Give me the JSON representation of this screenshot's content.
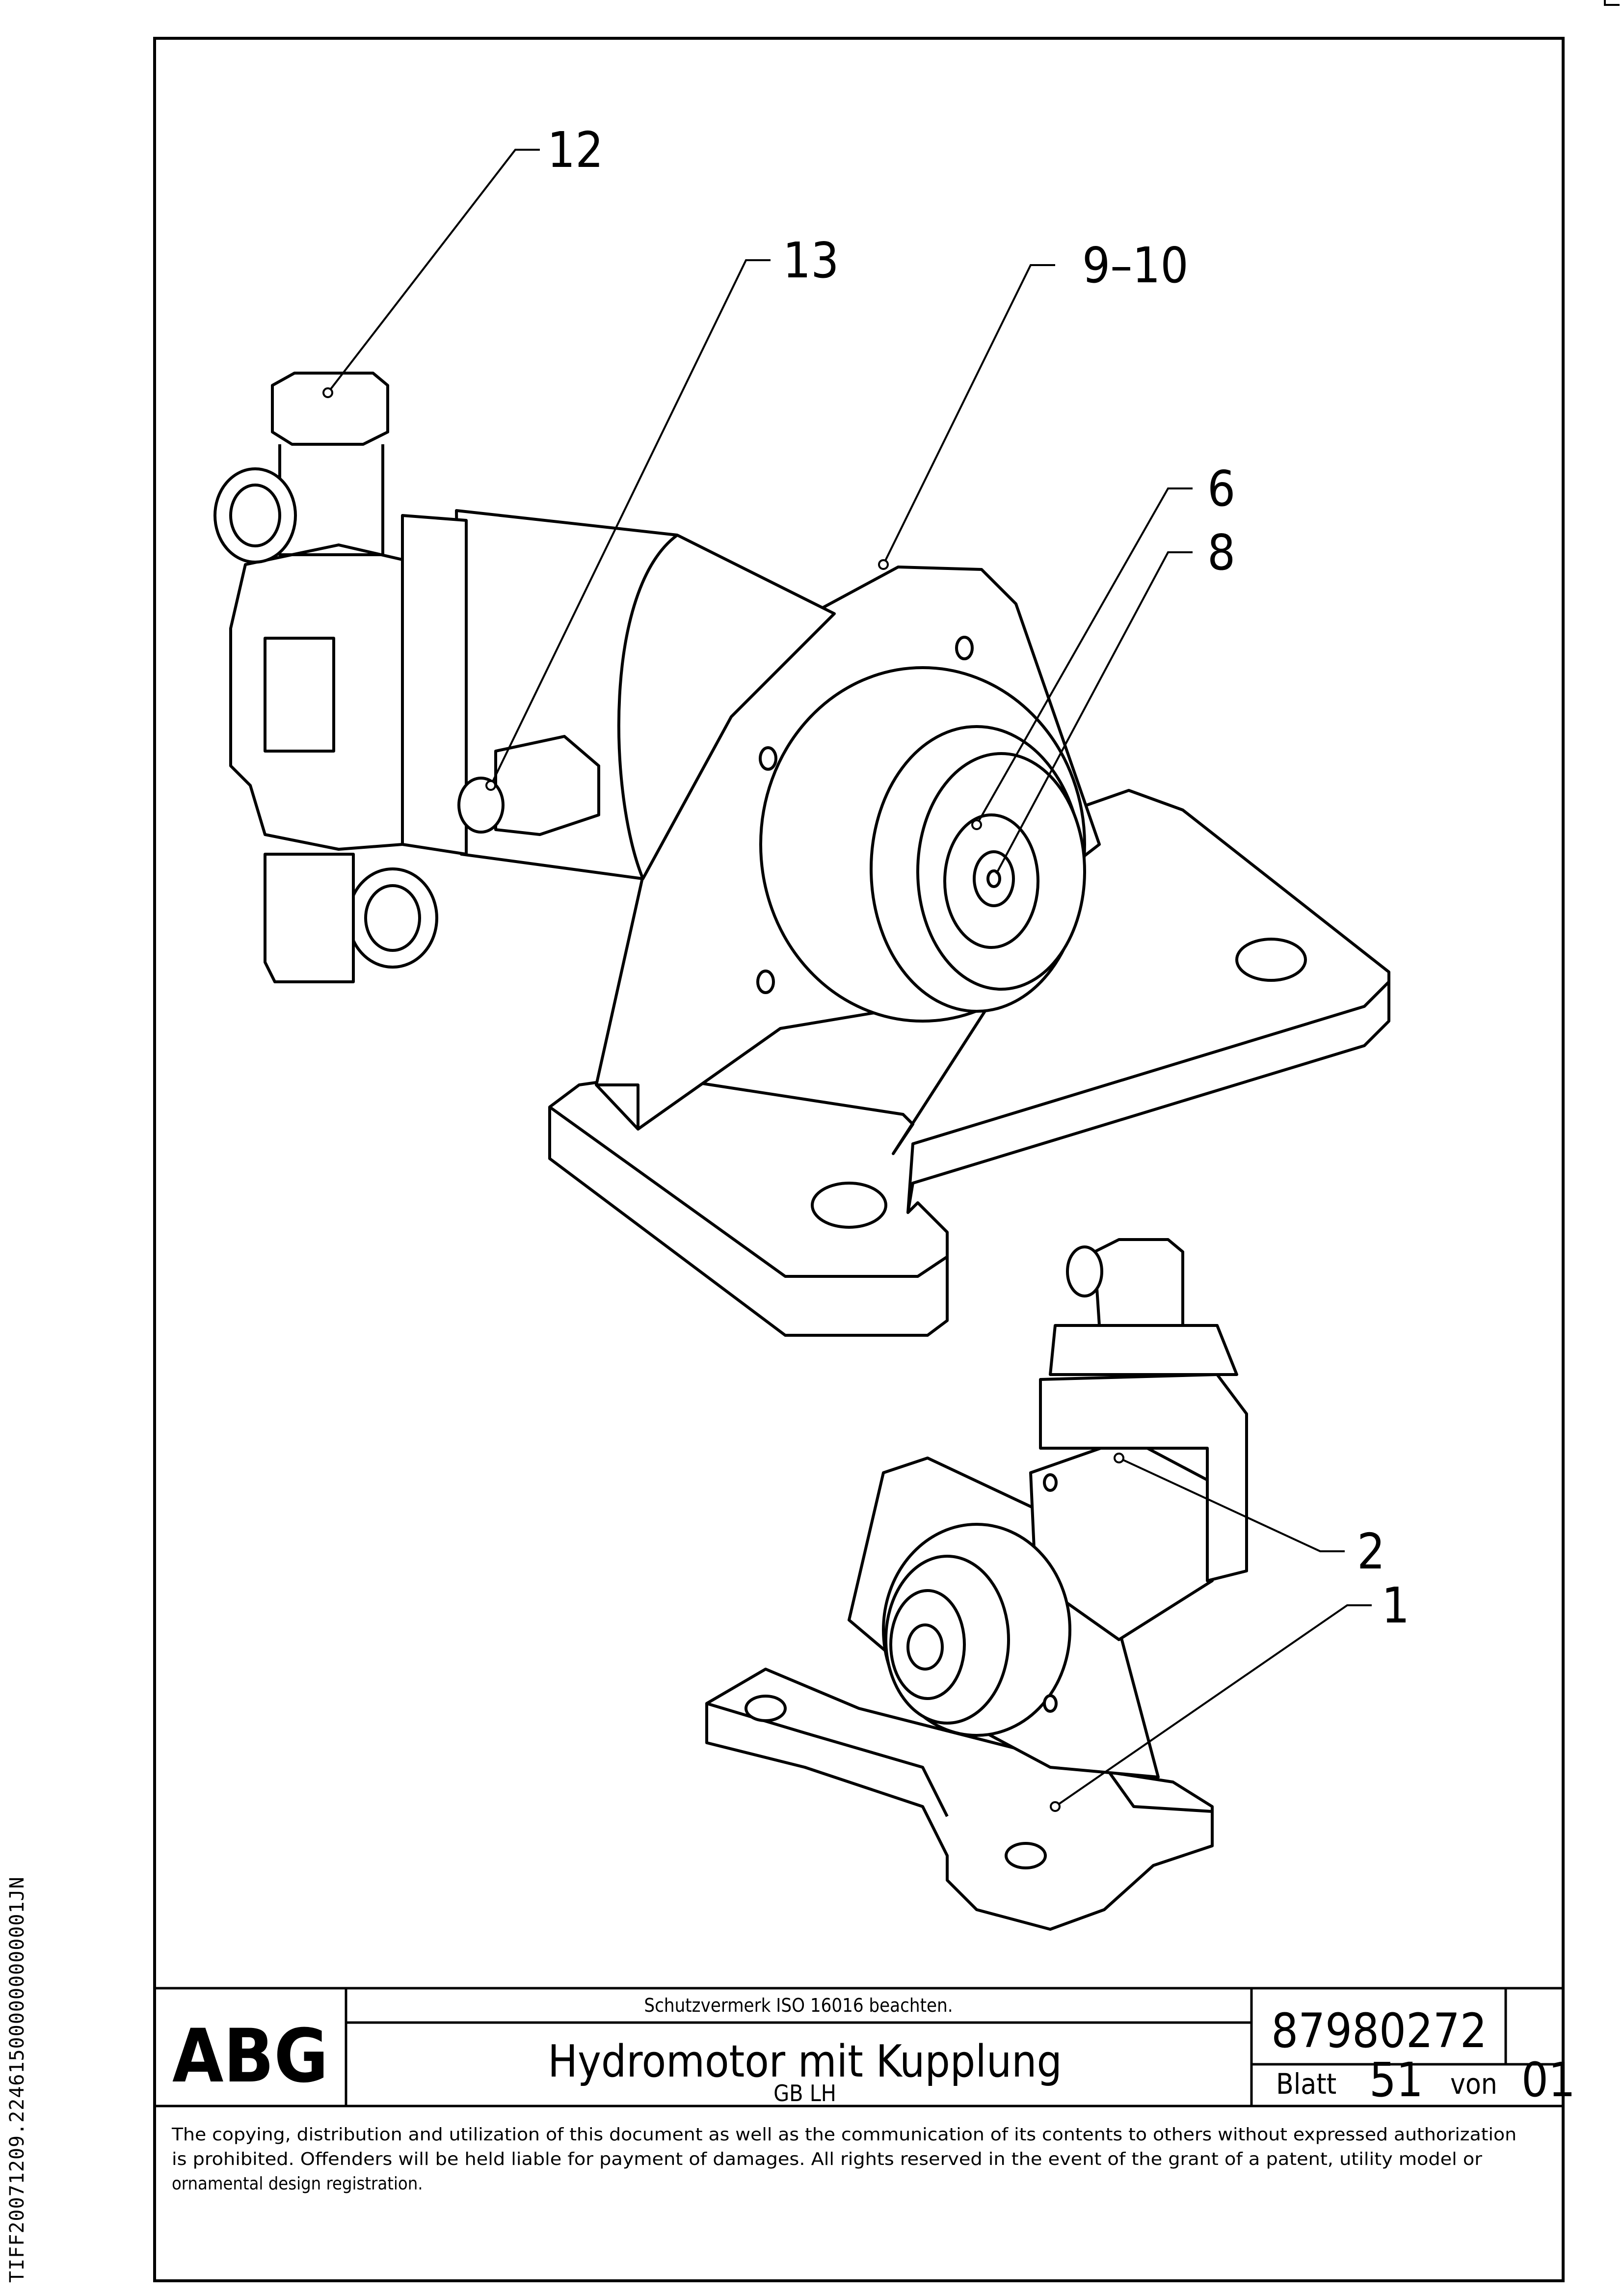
{
  "callouts": {
    "c12": "12",
    "c13": "13",
    "c9_10": "9–10",
    "c6": "6",
    "c8": "8",
    "c2": "2",
    "c1": "1"
  },
  "title_block": {
    "logo": "ABG",
    "protection_note": "Schutzvermerk ISO 16016 beachten.",
    "title": "Hydromotor mit Kupplung",
    "subtitle": "GB LH",
    "drawing_number": "87980272",
    "sheet_label": "Blatt",
    "sheet_number": "51",
    "of_label": "von",
    "total_sheets": "01"
  },
  "copyright": {
    "line1": "The copying, distribution and utilization of this document as well as the communication of its contents to others without expressed authorization",
    "line2": "is prohibited. Offenders will be held liable for payment of damages. All rights reserved in the event of the grant of a patent, utility model or",
    "line3": "ornamental design registration."
  },
  "side_code": "TIFF20071209.224615000000000001JN"
}
